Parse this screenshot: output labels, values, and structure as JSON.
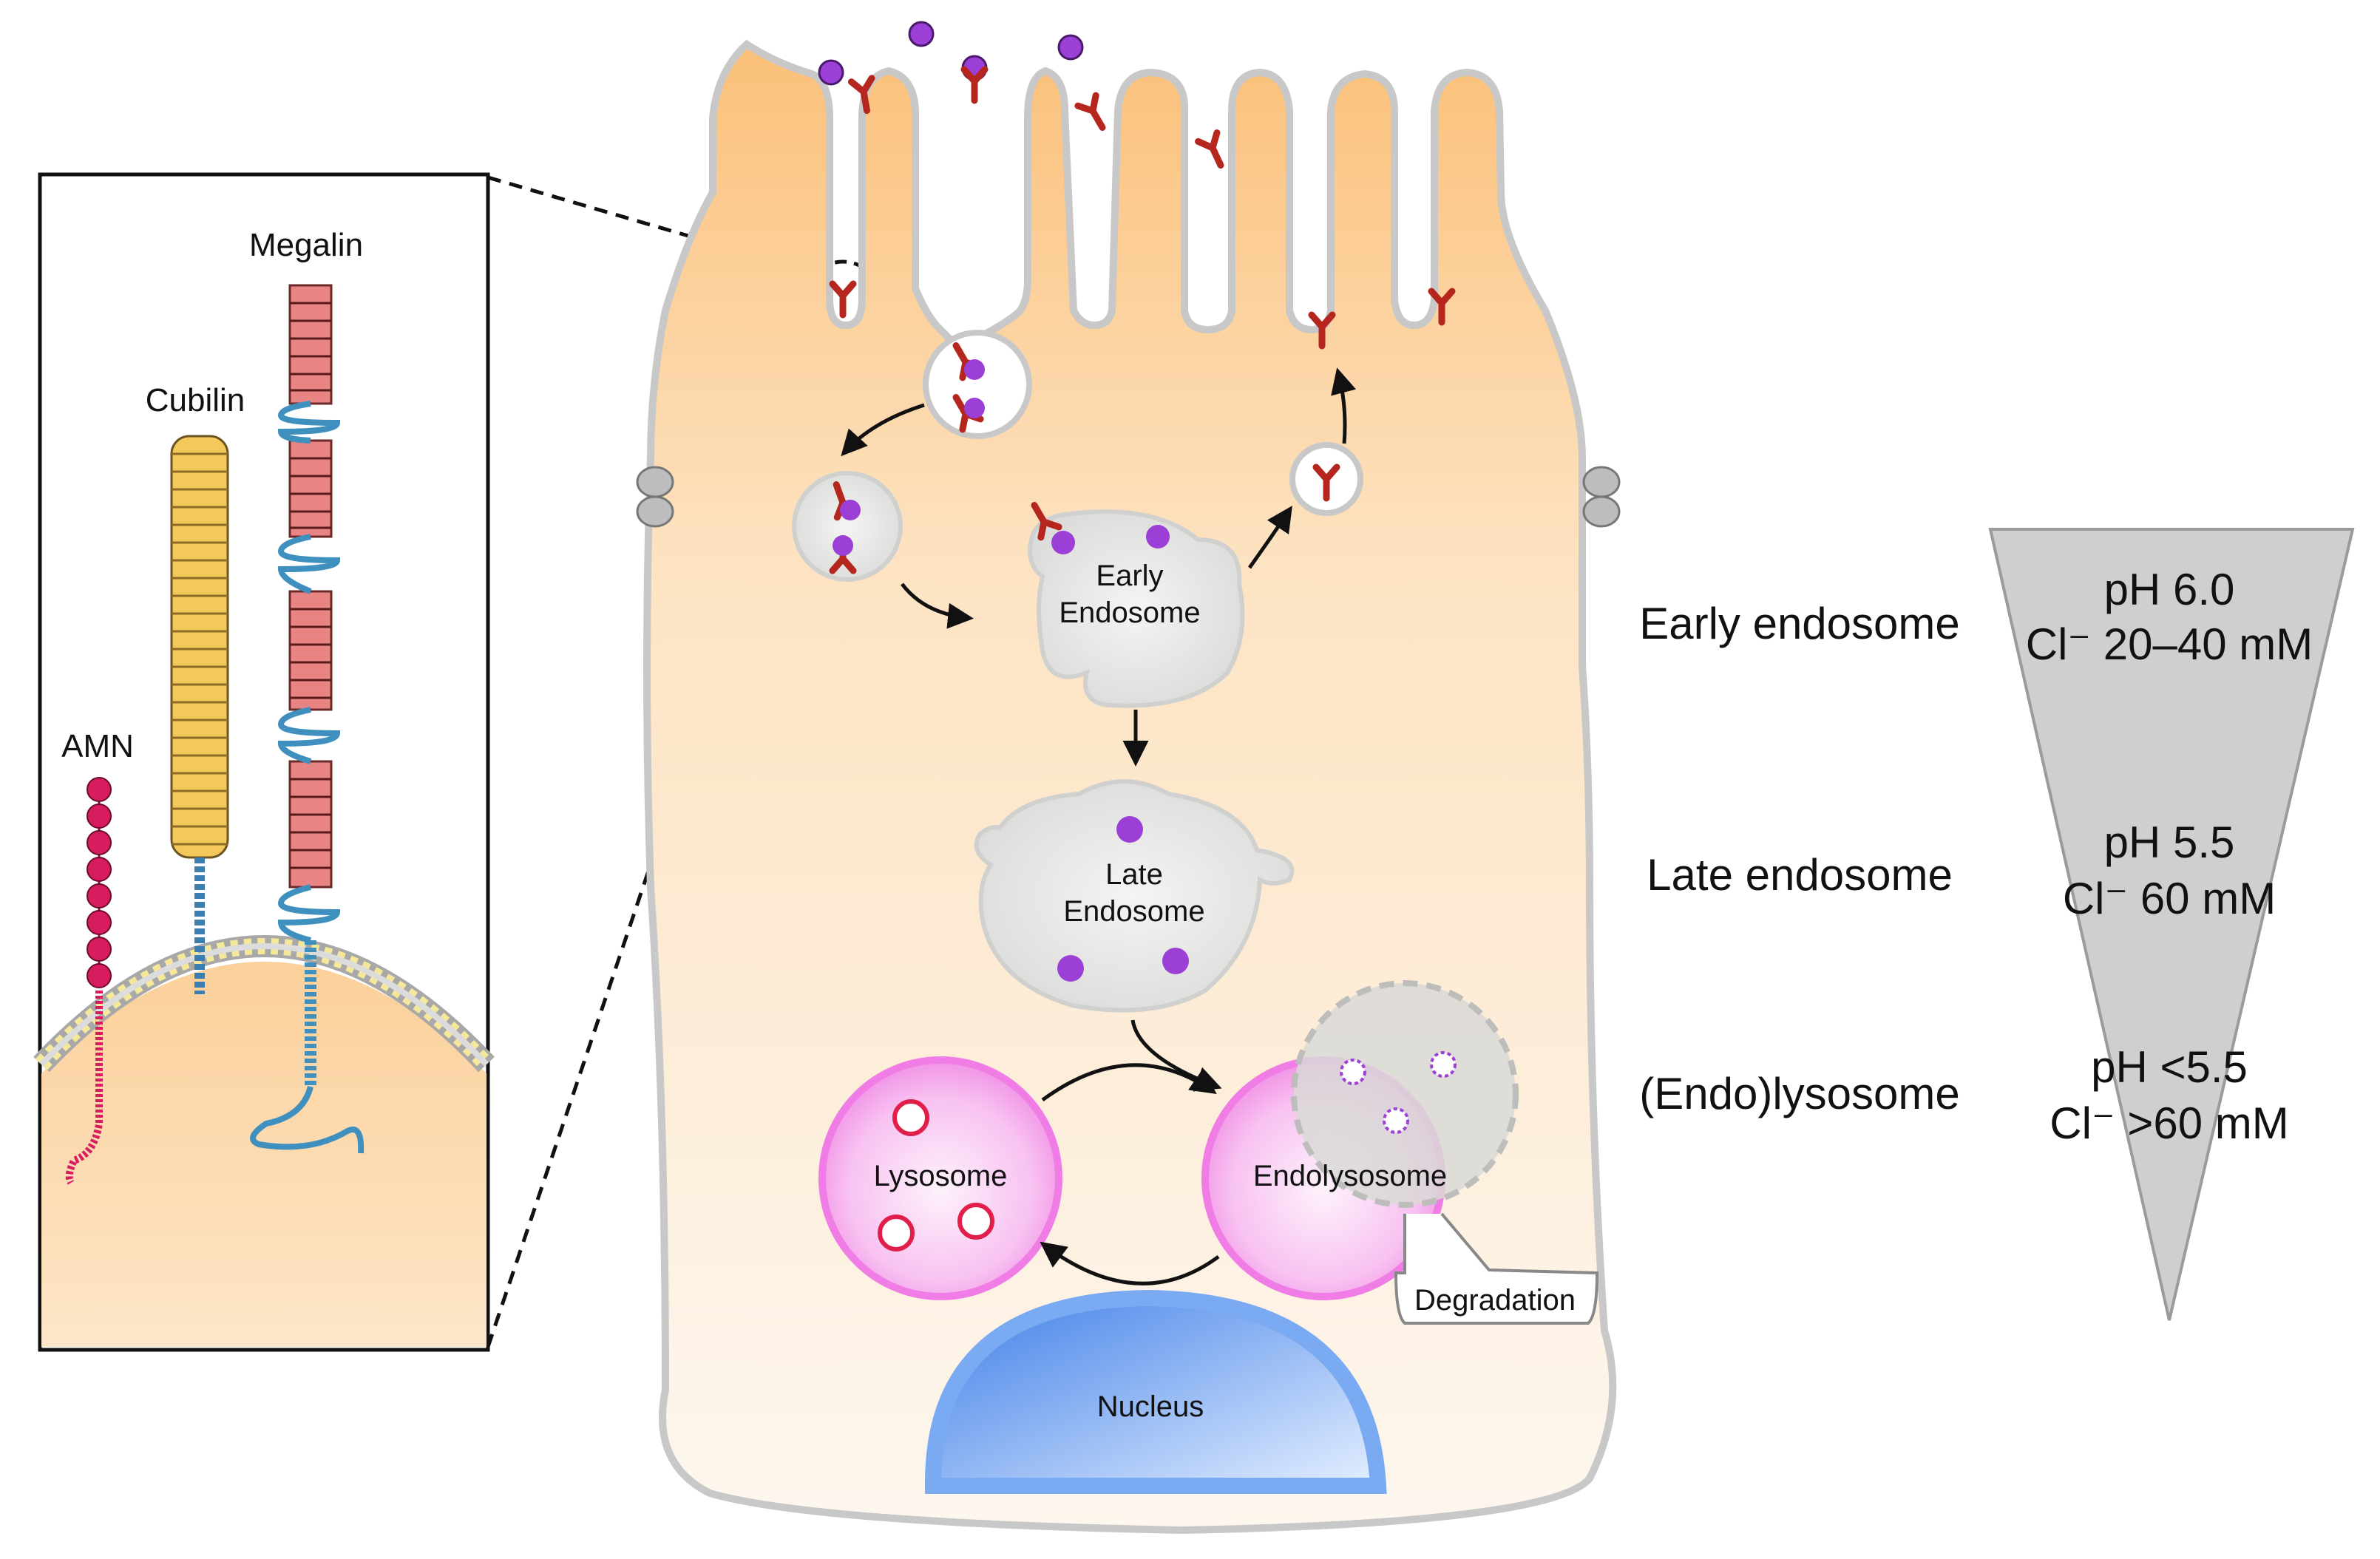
{
  "inset": {
    "megalin": "Megalin",
    "cubilin": "Cubilin",
    "amn": "AMN"
  },
  "cell": {
    "early_endosome": [
      "Early",
      "Endosome"
    ],
    "late_endosome": [
      "Late",
      "Endosome"
    ],
    "lysosome": "Lysosome",
    "endolysosome": "Endolysosome",
    "degradation": "Degradation",
    "nucleus": "Nucleus"
  },
  "compartments": [
    {
      "name": "Early endosome",
      "ph": "pH 6.0",
      "chloride": "Cl⁻ 20–40 mM"
    },
    {
      "name": "Late endosome",
      "ph": "pH 5.5",
      "chloride": "Cl⁻ 60 mM"
    },
    {
      "name": "(Endo)lysosome",
      "ph": "pH <5.5",
      "chloride": "Cl⁻ >60 mM"
    }
  ],
  "colors": {
    "cell_fill_top": "#fbc079",
    "cell_fill_bottom": "#fdf6ec",
    "membrane": "#c8c8c8",
    "receptor": "#b5261e",
    "ligand": "#9b3fd6",
    "endosome_fill": "#e8e8e6",
    "lysosome_fill": "#f7a8ee",
    "lysosome_rim": "#f07ce6",
    "nucleus": "#6a9ef0",
    "megalin_block": "#e88484",
    "megalin_loop": "#62b4d8",
    "cubilin": "#f4c85a",
    "amn": "#d81c60",
    "wedge": "#cfcfcf"
  }
}
